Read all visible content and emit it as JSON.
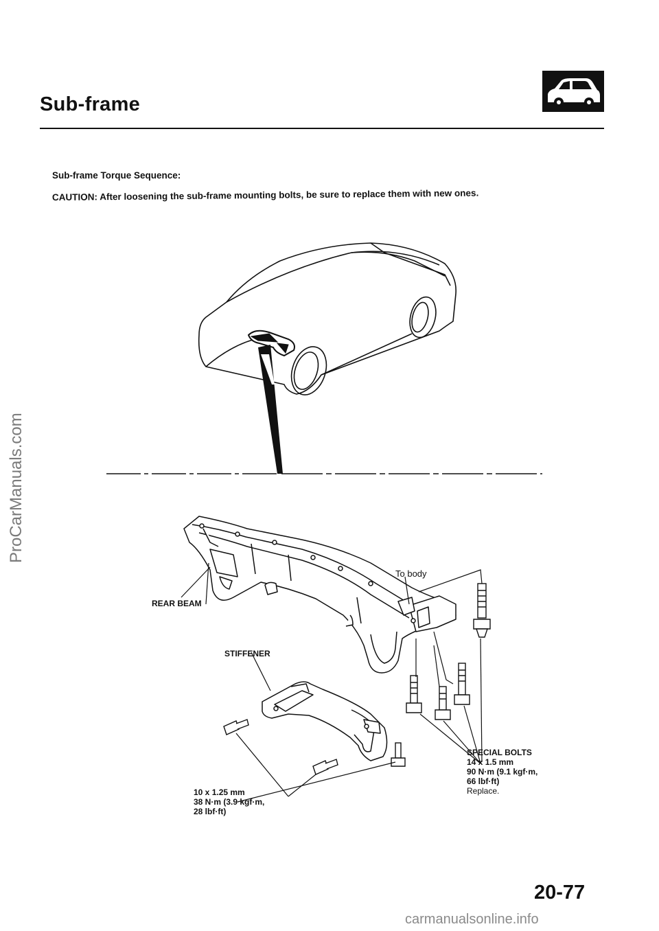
{
  "header": {
    "title": "Sub-frame"
  },
  "intro": {
    "subheading": "Sub-frame Torque Sequence:",
    "caution": "CAUTION: After loosening the sub-frame mounting bolts, be sure to replace them with new ones."
  },
  "diagram": {
    "labels": {
      "to_body": "To body",
      "rear_beam": "REAR BEAM",
      "stiffener": "STIFFENER"
    },
    "small_bolt_spec": {
      "line1": "10 x 1.25 mm",
      "line2": "38 N·m (3.9 kgf·m,",
      "line3": "28 lbf·ft)"
    },
    "special_bolt_spec": {
      "line1": "SPECIAL BOLTS",
      "line2": "14 x 1.5 mm",
      "line3": "90 N·m (9.1 kgf·m,",
      "line4": "66 lbf·ft)",
      "line5": "Replace."
    }
  },
  "page_number": "20-77",
  "watermarks": {
    "side": "ProCarManuals.com",
    "footer": "carmanualsonline.info"
  }
}
